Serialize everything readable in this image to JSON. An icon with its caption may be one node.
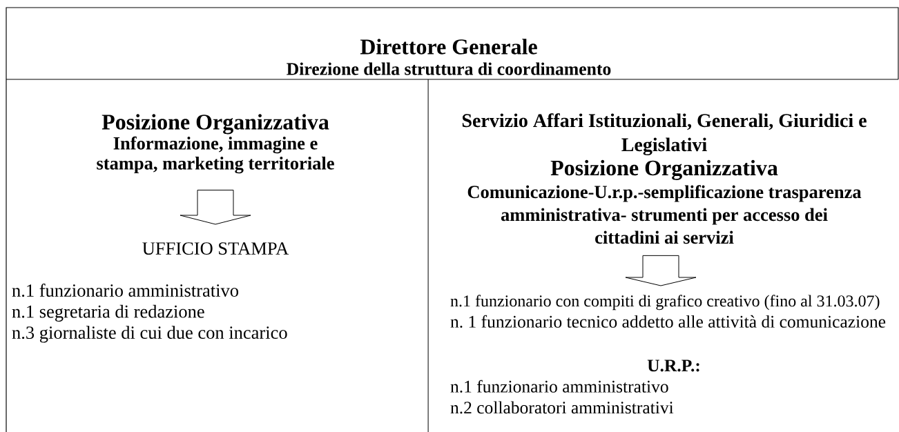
{
  "diagram": {
    "nodes": [
      {
        "text": [
          "Direttore Generale",
          "Direzione della struttura di coordinamento"
        ]
      },
      {
        "text": [
          "Posizione Organizzativa",
          "Informazione, immagine e stampa, marketing  territoriale"
        ]
      },
      {
        "text": [
          "UFFICIO STAMPA",
          "n.1 funzionario amministrativo",
          "n.1 segretaria di redazione",
          "n.3 giornaliste di cui due con incarico"
        ]
      },
      {
        "text": [
          "Servizio Affari Istituzionali, Generali, Giuridici e Legislativi",
          "Posizione Organizzativa",
          "Comunicazione-U.r.p.-semplificazione trasparenza amministrativa- strumenti per accesso dei cittadini ai servizi"
        ]
      },
      {
        "text": [
          "n.1 funzionario con compiti di grafico creativo (fino al  31.03.07)",
          "n. 1 funzionario tecnico addetto alle attività di comunicazione",
          "U.R.P.:",
          "n.1 funzionario amministrativo",
          "n.2 collaboratori amministrativi"
        ]
      }
    ],
    "edges": [
      {
        "from": 1,
        "to": 2,
        "arrow": "to"
      },
      {
        "from": 3,
        "to": 4,
        "arrow": "to"
      }
    ]
  }
}
